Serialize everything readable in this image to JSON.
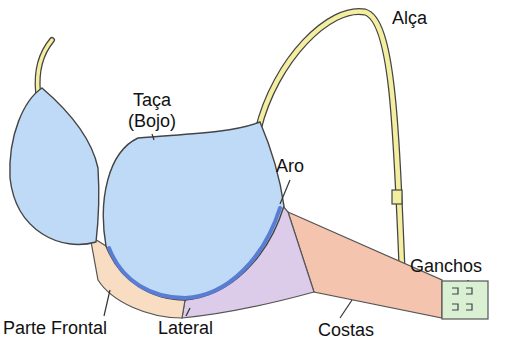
{
  "diagram": {
    "labels": [
      "Taça (Bojo)",
      "Alça",
      "Aro",
      "Ganchos",
      "Parte Frontal",
      "Lateral",
      "Costas"
    ]
  }
}
